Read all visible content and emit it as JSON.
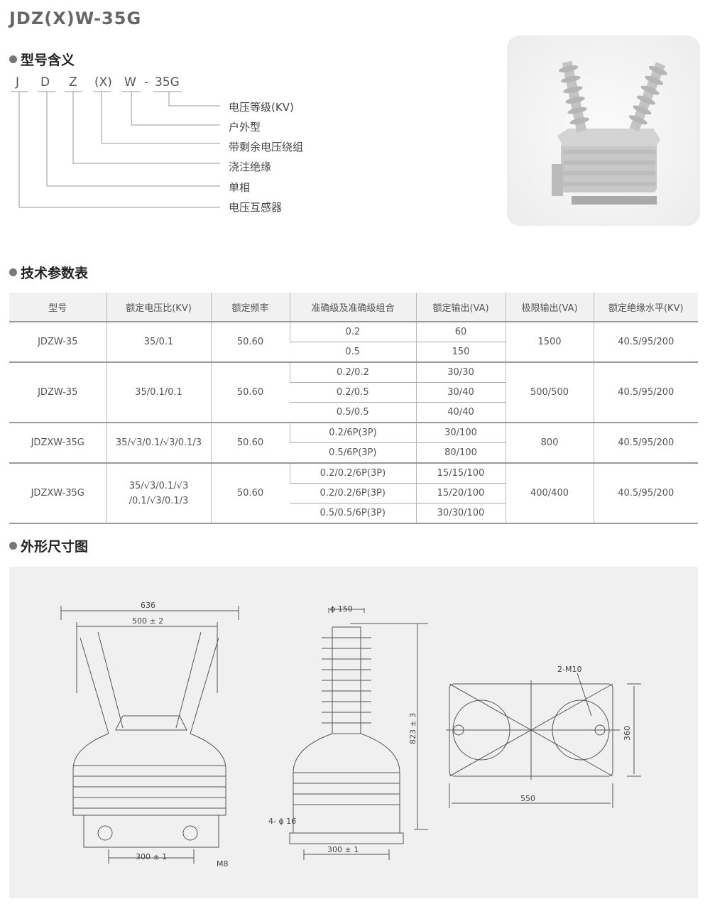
{
  "title": "JDZ(X)W-35G",
  "sections": {
    "model_meaning": "型号含义",
    "tech_params": "技术参数表",
    "dimensions": "外形尺寸图"
  },
  "model_code": [
    "J",
    "D",
    "Z",
    "(X)",
    "W",
    "-",
    "35G"
  ],
  "meanings": [
    "电压等级(KV)",
    "户外型",
    "带剩余电压绕组",
    "浇注绝缘",
    "单相",
    "电压互感器"
  ],
  "table": {
    "headers": [
      "型号",
      "额定电压比(KV)",
      "额定频率",
      "准确级及准确级组合",
      "额定输出(VA)",
      "极限输出(VA)",
      "额定绝缘水平(KV)"
    ],
    "groups": [
      {
        "model": "JDZW-35",
        "ratio": [
          "35/0.1"
        ],
        "freq": "50.60",
        "rows": [
          [
            "0.2",
            "60"
          ],
          [
            "0.5",
            "150"
          ]
        ],
        "limit": "1500",
        "insulation": "40.5/95/200"
      },
      {
        "model": "JDZW-35",
        "ratio": [
          "35/0.1/0.1"
        ],
        "freq": "50.60",
        "rows": [
          [
            "0.2/0.2",
            "30/30"
          ],
          [
            "0.2/0.5",
            "30/40"
          ],
          [
            "0.5/0.5",
            "40/40"
          ]
        ],
        "limit": "500/500",
        "insulation": "40.5/95/200"
      },
      {
        "model": "JDZXW-35G",
        "ratio": [
          "35/√3/0.1/√3/0.1/3"
        ],
        "freq": "50.60",
        "rows": [
          [
            "0.2/6P(3P)",
            "30/100"
          ],
          [
            "0.5/6P(3P)",
            "80/100"
          ]
        ],
        "limit": "800",
        "insulation": "40.5/95/200"
      },
      {
        "model": "JDZXW-35G",
        "ratio": [
          "35/√3/0.1/√3",
          "/0.1/√3/0.1/3"
        ],
        "freq": "50.60",
        "rows": [
          [
            "0.2/0.2/6P(3P)",
            "15/15/100"
          ],
          [
            "0.2/0.2/6P(3P)",
            "15/20/100"
          ],
          [
            "0.5/0.5/6P(3P)",
            "30/30/100"
          ]
        ],
        "limit": "400/400",
        "insulation": "40.5/95/200"
      }
    ]
  },
  "drawing": {
    "front": {
      "width": "636",
      "spacing": "500 ± 2",
      "base": "300 ± 1",
      "bolt": "M8"
    },
    "side": {
      "diameter": "ϕ 150",
      "height": "823 ± 3",
      "holes": "4- ϕ 16",
      "base": "300 ± 1"
    },
    "top": {
      "bolts": "2-M10",
      "width": "550",
      "depth": "360"
    }
  }
}
